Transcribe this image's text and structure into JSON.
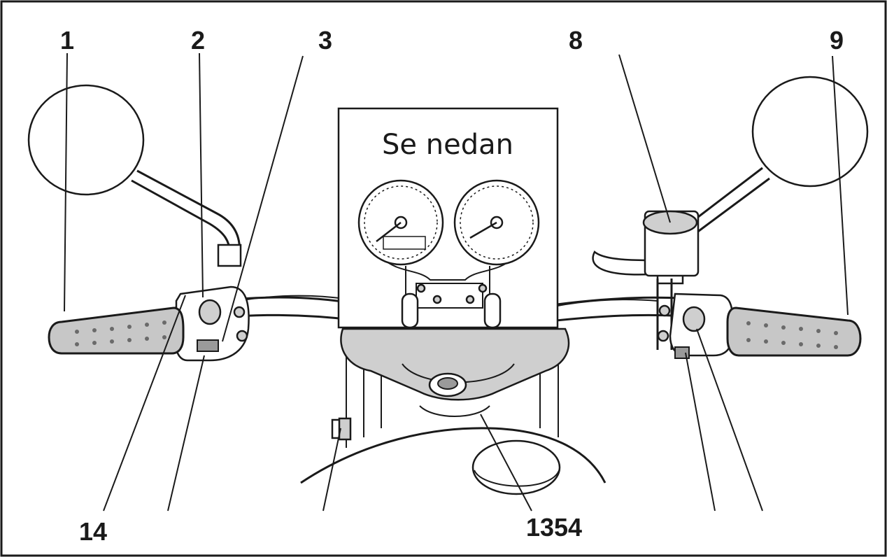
{
  "callouts": {
    "c1": "1",
    "c2": "2",
    "c3": "3",
    "c8": "8",
    "c9": "9",
    "c14": "14",
    "c1354": "1354"
  },
  "inset": {
    "caption": "Se nedan"
  },
  "colors": {
    "ink": "#1a1a1a",
    "grip": "#c7c7c7",
    "panel_bg": "#ffffff"
  }
}
